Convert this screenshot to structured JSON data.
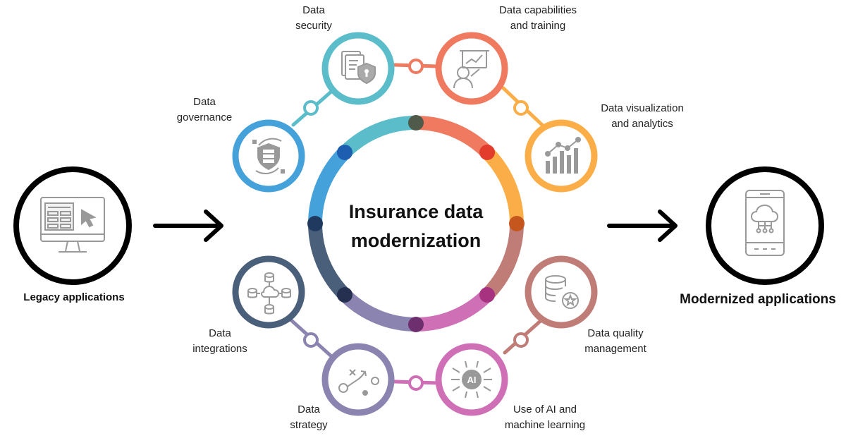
{
  "center": {
    "line1": "Insurance data",
    "line2": "modernization"
  },
  "left": {
    "label": "Legacy applications",
    "icon": "monitor-cursor-icon"
  },
  "right": {
    "label": "Modernized applications",
    "icon": "phone-cloud-icon"
  },
  "nodes": [
    {
      "id": "security",
      "line1": "Data",
      "line2": "security",
      "color": "#5bbcca",
      "icon": "document-lock-icon"
    },
    {
      "id": "capabilities",
      "line1": "Data capabilities",
      "line2": "and training",
      "color": "#f07a5f",
      "icon": "presenter-board-icon"
    },
    {
      "id": "visualization",
      "line1": "Data visualization",
      "line2": "and analytics",
      "color": "#fbad47",
      "icon": "bar-chart-trend-icon"
    },
    {
      "id": "quality",
      "line1": "Data quality",
      "line2": "management",
      "color": "#c07d78",
      "icon": "database-star-icon"
    },
    {
      "id": "ai",
      "line1": "Use of AI and",
      "line2": "machine learning",
      "color": "#cf6fb6",
      "icon": "ai-chip-icon"
    },
    {
      "id": "strategy",
      "line1": "Data",
      "line2": "strategy",
      "color": "#8c84b0",
      "icon": "strategy-path-icon"
    },
    {
      "id": "integrations",
      "line1": "Data",
      "line2": "integrations",
      "color": "#4a5f79",
      "icon": "database-network-icon"
    },
    {
      "id": "governance",
      "line1": "Data",
      "line2": "governance",
      "color": "#45a1da",
      "icon": "shield-server-icon"
    }
  ]
}
